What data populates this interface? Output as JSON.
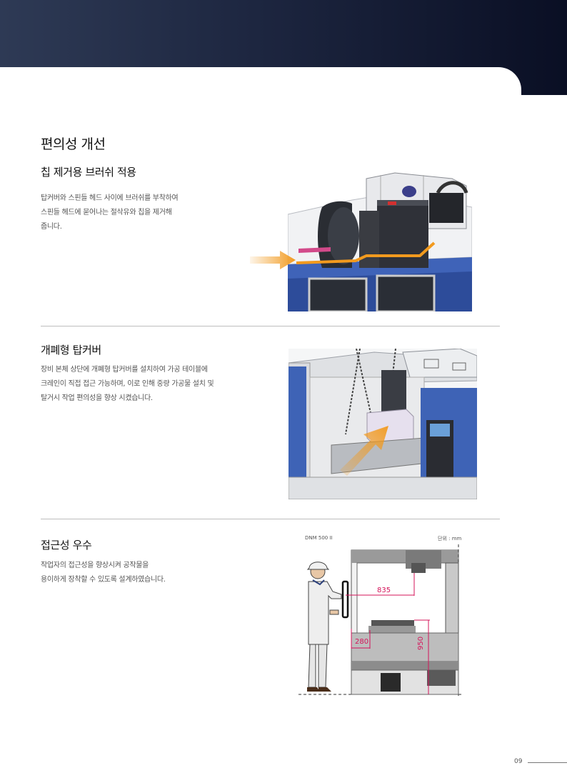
{
  "section_title": "편의성 개선",
  "blocks": [
    {
      "heading": "칩 제거용 브러쉬 적용",
      "lines": [
        "탑커버와 스핀들 헤드 사이에 브러쉬를 부착하여",
        "스핀들 헤드에 묻어나는 절삭유와 칩을 제거해",
        "줍니다."
      ]
    },
    {
      "heading": "개폐형 탑커버",
      "lines": [
        "장비 본체 상단에 개폐형 탑커버를 설치하여 가공 테이블에",
        "크레인이 직접 접근 가능하며, 이로 인해 중량 가공물 설치 및",
        "탈거시 작업 편의성을 향상 시켰습니다."
      ]
    },
    {
      "heading": "접근성 우수",
      "lines": [
        "작업자의 접근성을 향상시켜 공작물을",
        "용이하게 장착할 수 있도록 설계하였습니다."
      ]
    }
  ],
  "diagram": {
    "model": "DNM 500 II",
    "unit": "단위 : mm",
    "dim_reach": "835",
    "dim_front": "280",
    "dim_height": "950"
  },
  "page_number": "09",
  "colors": {
    "header_dark": "#0a0f24",
    "accent_orange": "#f29a1e",
    "dimension_red": "#d4145a",
    "divider": "#bdbdbd"
  }
}
